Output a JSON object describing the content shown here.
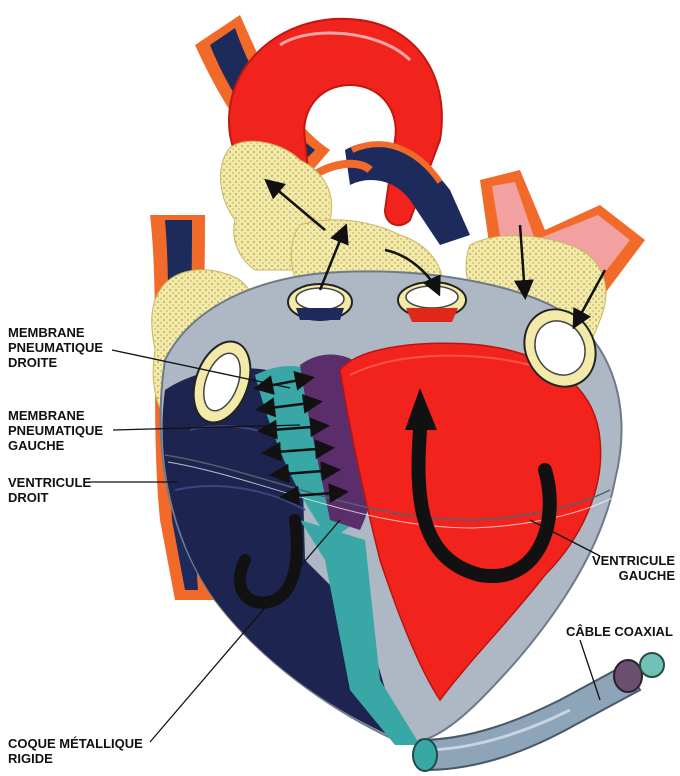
{
  "labels": {
    "membrane_droite": [
      "MEMBRANE",
      "PNEUMATIQUE",
      "DROITE"
    ],
    "membrane_gauche": [
      "MEMBRANE",
      "PNEUMATIQUE",
      "GAUCHE"
    ],
    "ventricule_droit": [
      "VENTRICULE",
      "DROIT"
    ],
    "ventricule_gauche": [
      "VENTRICULE",
      "GAUCHE"
    ],
    "cable": [
      "CÂBLE COAXIAL"
    ],
    "coque": [
      "COQUE MÉTALLIQUE",
      "RIGIDE"
    ]
  },
  "colors": {
    "aorta_red": "#f0231d",
    "vessel_orange": "#f26a2a",
    "vein_navy": "#1c2a5c",
    "atrium_yellow": "#f2e8a6",
    "shell_grey": "#aeb7c4",
    "right_ventricle_navy": "#1d2450",
    "membrane_teal": "#3aa7a7",
    "membrane_purple": "#5b2d6a",
    "left_ventricle_red": "#f2231d",
    "cable_grey": "#8ea4b8",
    "pink_vessel": "#f3a0a0"
  }
}
